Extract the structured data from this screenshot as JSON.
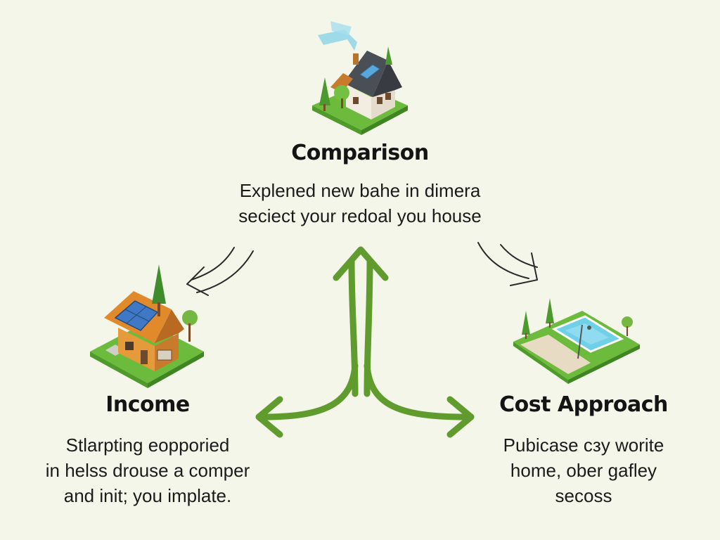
{
  "diagram": {
    "nodes": {
      "comparison": {
        "title": "Comparison",
        "desc": [
          "Explened new bahe in dimera",
          "seciect your redoal you house"
        ],
        "icon": "house-with-solar-roof-icon"
      },
      "income": {
        "title": "Income",
        "desc": [
          "Stlarpting eopporied",
          "in helss drouse a comper",
          "and init; you implate."
        ],
        "icon": "orange-house-with-solar-panels-icon"
      },
      "cost": {
        "title": "Cost Approach",
        "desc": [
          "Pubicase сзy worite",
          "home, ober gafley",
          "secoss"
        ],
        "icon": "land-plot-with-pool-icon"
      }
    },
    "colors": {
      "background": "#f4f6ea",
      "central_arrow": "#5f9b2d",
      "curved_arrow_outline": "#2a2a2a",
      "grass": "#6cbb3c"
    }
  }
}
